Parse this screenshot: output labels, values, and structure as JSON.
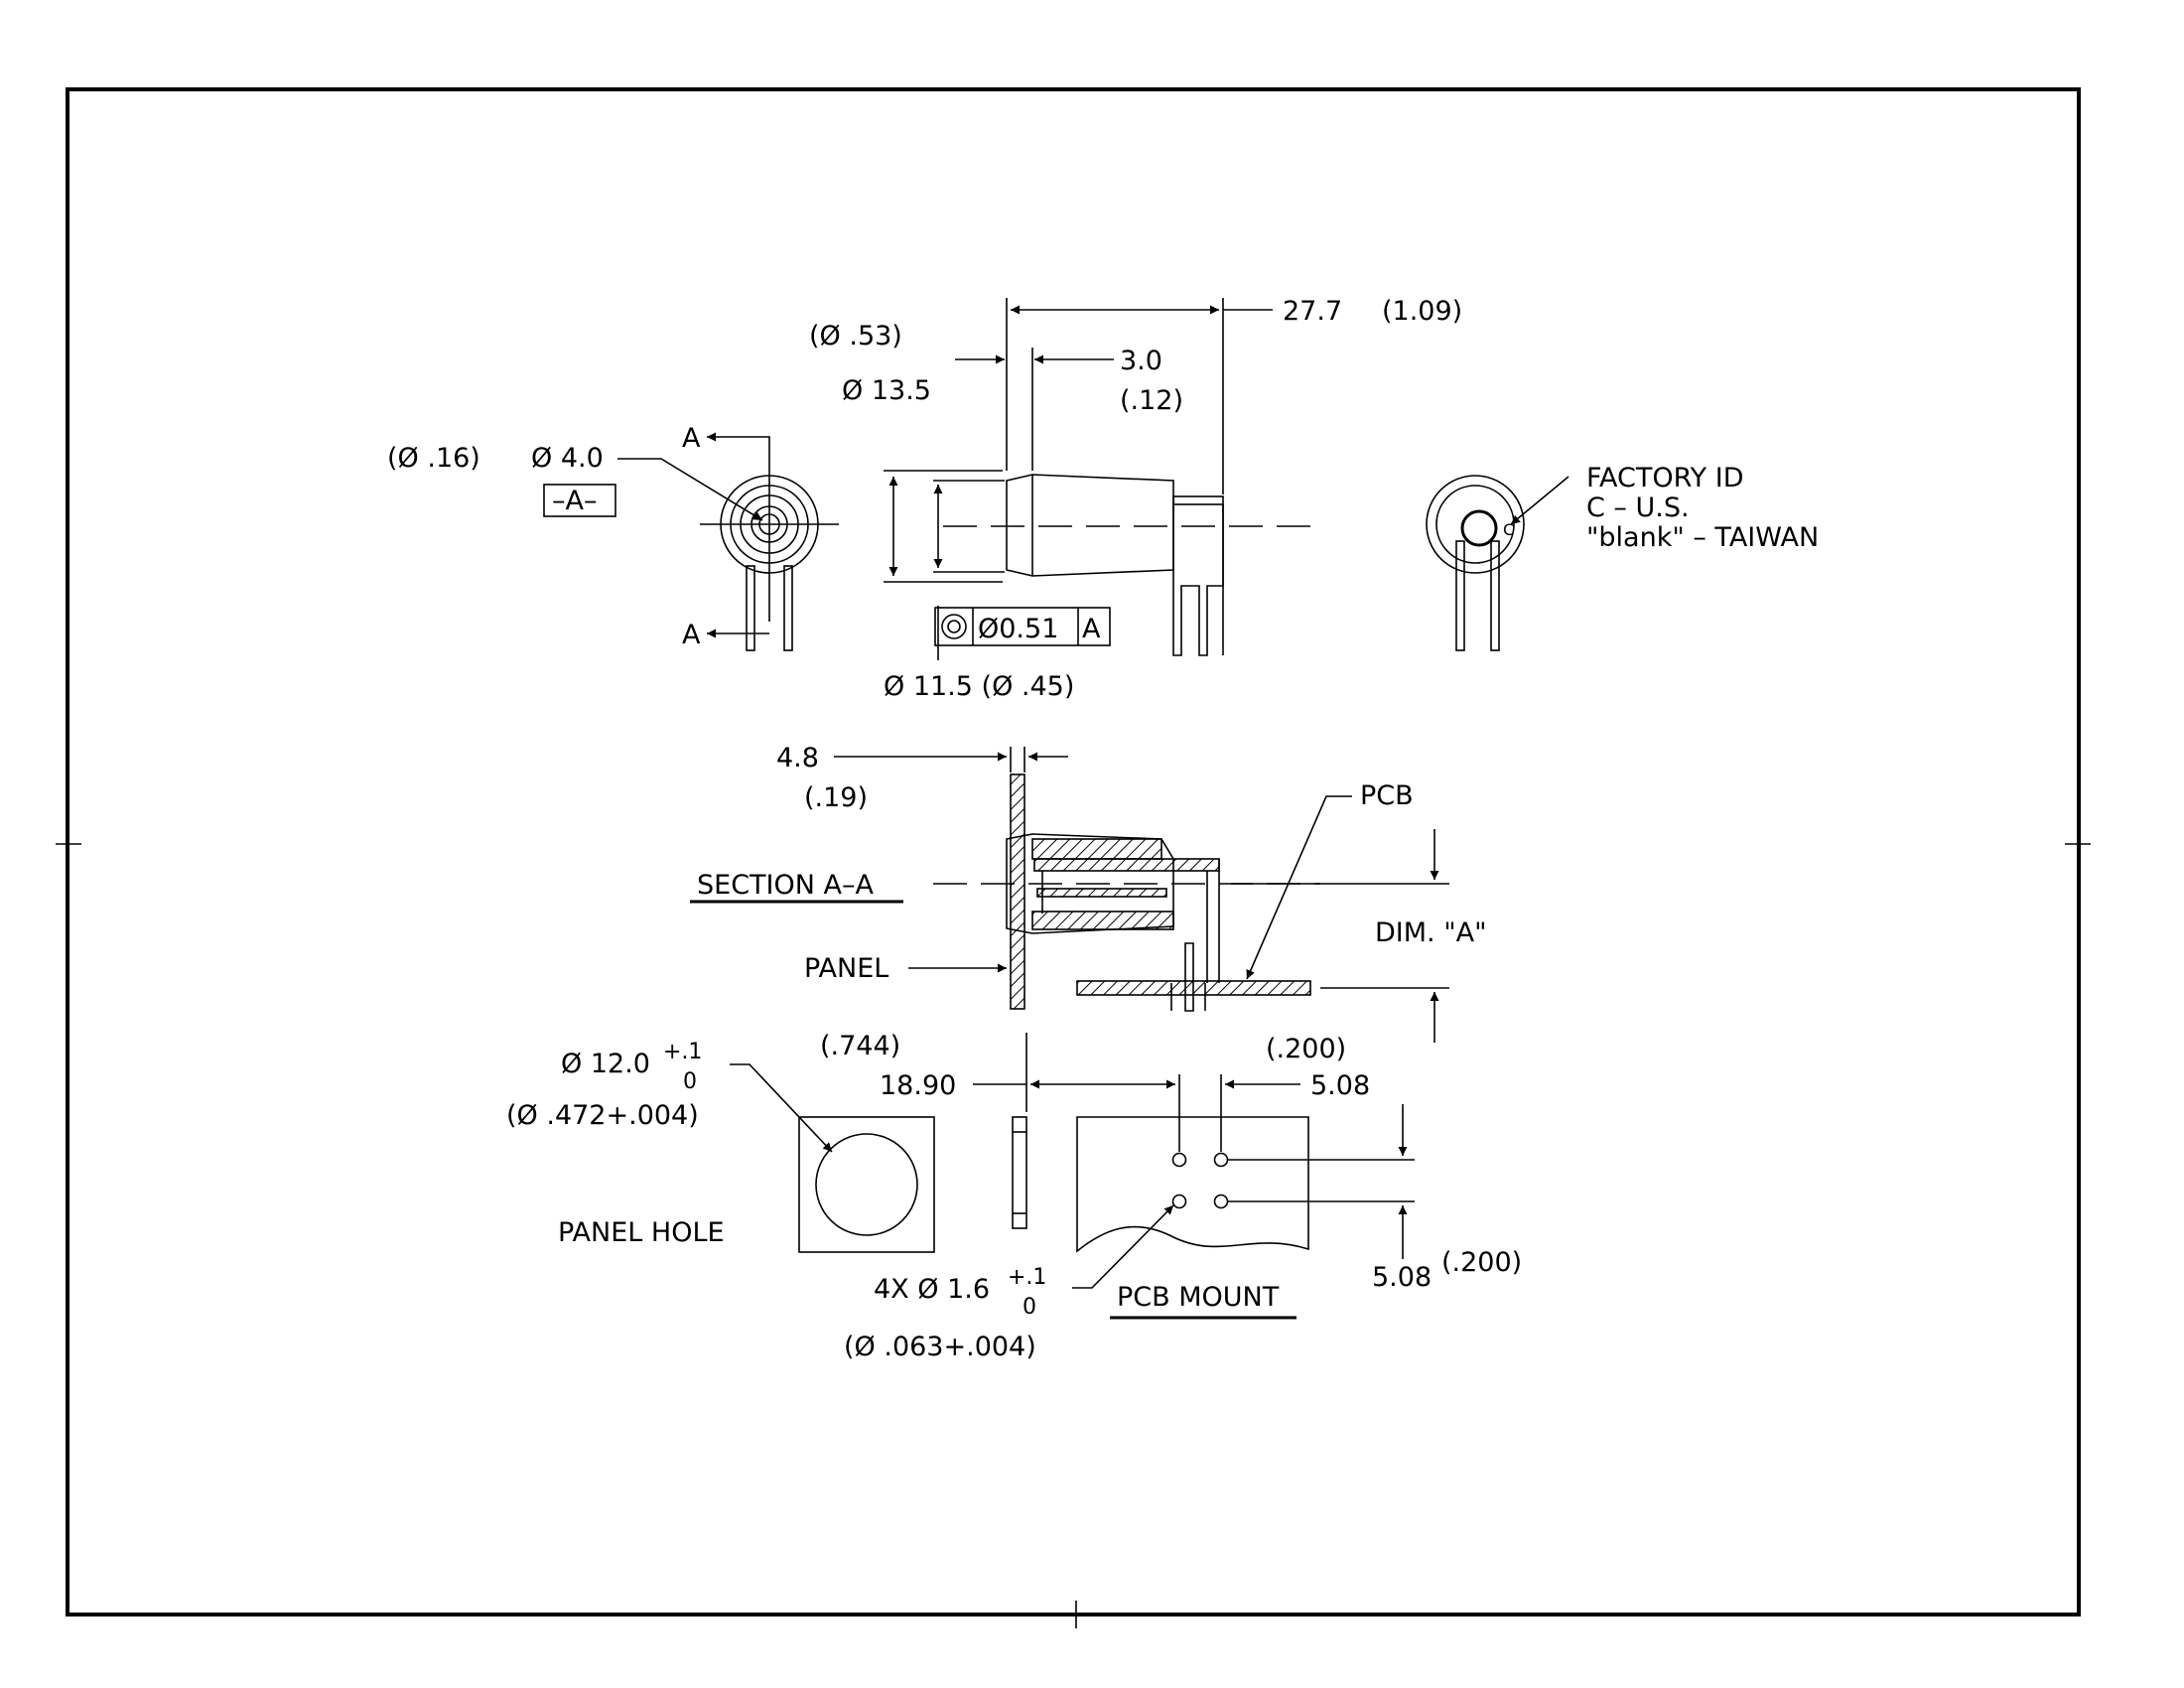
{
  "front_view": {
    "dia_inch": "(Ø .16)",
    "dia_mm": "Ø 4.0",
    "datum": "–A–",
    "section_mark_top": "A",
    "section_mark_bottom": "A"
  },
  "side_view": {
    "outer_dia_inch": "(Ø .53)",
    "outer_dia_mm": "Ø 13.5",
    "length_mm": "27.7",
    "length_inch": "(1.09)",
    "flange_mm": "3.0",
    "flange_inch": "(.12)",
    "tolerance_tol": "Ø0.51",
    "tolerance_datum": "A",
    "inner_dia": "Ø 11.5 (Ø .45)"
  },
  "rear_view": {
    "factory_id_title": "FACTORY ID",
    "factory_id_c": "C – U.S.",
    "factory_id_blank": "\"blank\" – TAIWAN",
    "mark": "C"
  },
  "section": {
    "panel_thick_mm": "4.8",
    "panel_thick_inch": "(.19)",
    "title": "SECTION A–A",
    "pcb_label": "PCB",
    "panel_label": "PANEL",
    "dim_a": "DIM. \"A\""
  },
  "panel_hole": {
    "dia_mm": "Ø 12.0",
    "tol_plus": "+.1",
    "tol_zero": "0",
    "dia_inch": "(Ø .472+.004)",
    "label": "PANEL HOLE"
  },
  "pcb_mount": {
    "offset_inch": "(.744)",
    "offset_mm": "18.90",
    "pitch_x_inch": "(.200)",
    "pitch_x_mm": "5.08",
    "pitch_y_mm": "5.08",
    "pitch_y_inch": "(.200)",
    "holes_mm": "4X Ø 1.6",
    "holes_tol_plus": "+.1",
    "holes_tol_zero": "0",
    "holes_inch": "(Ø .063+.004)",
    "label": "PCB MOUNT"
  }
}
